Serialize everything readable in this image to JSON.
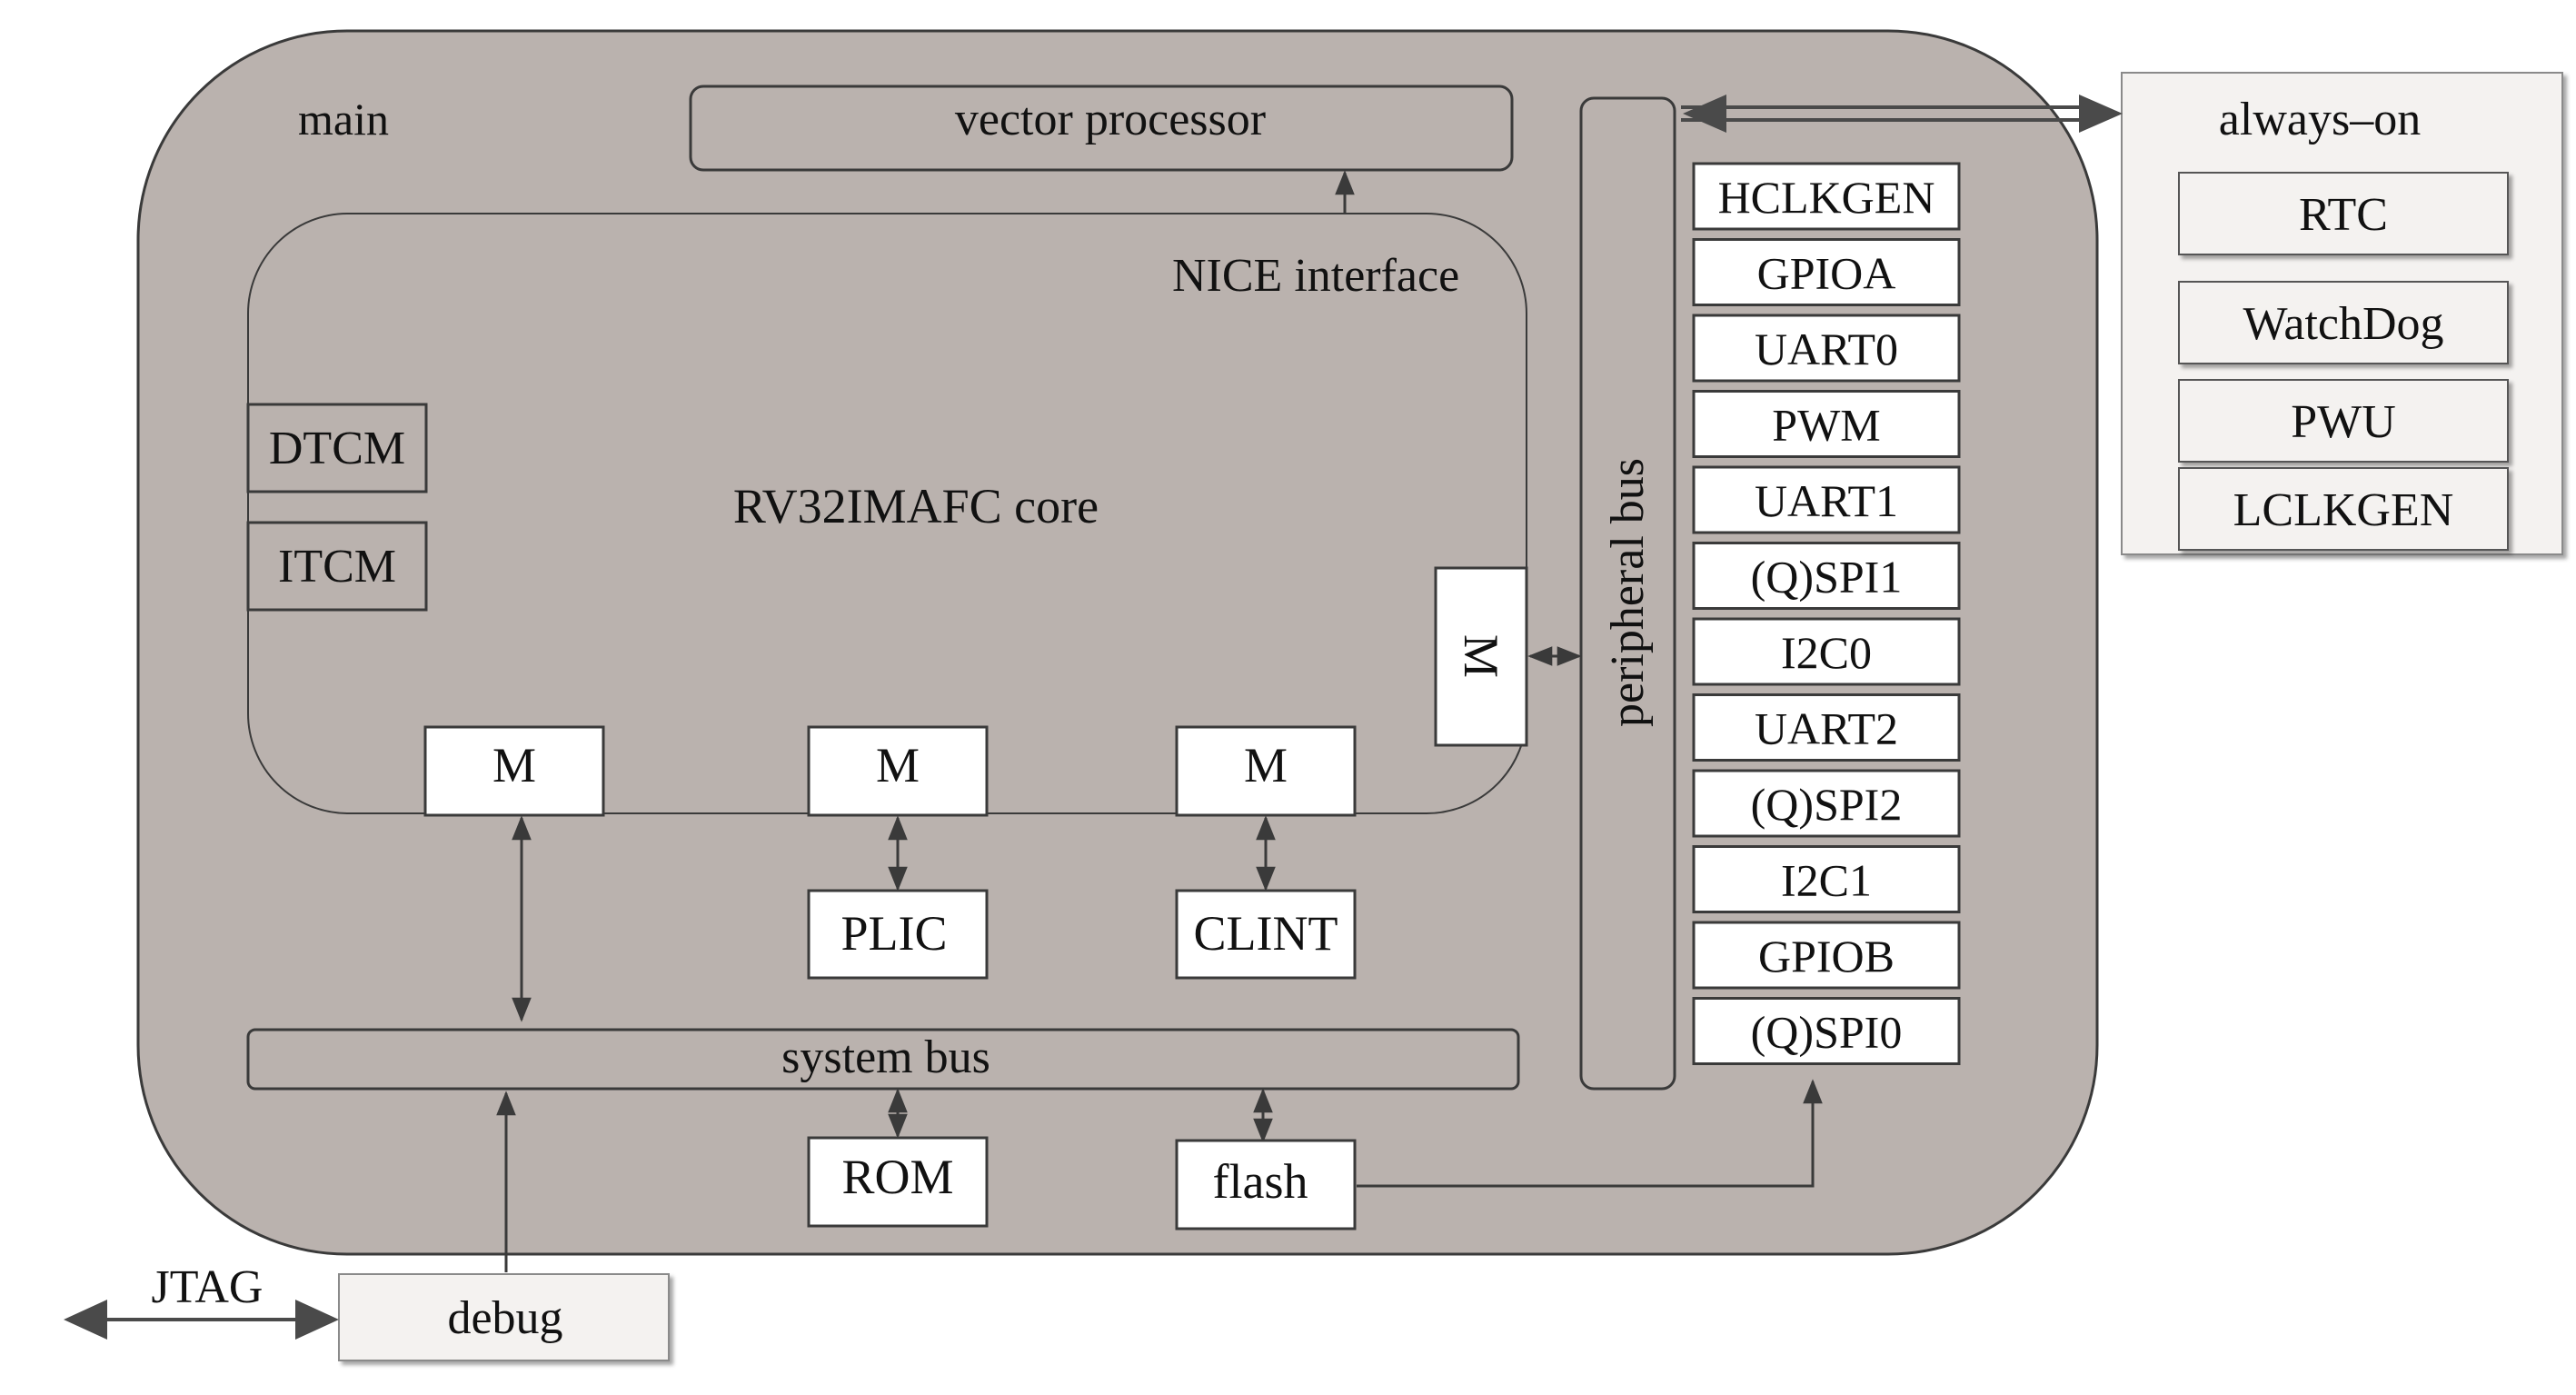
{
  "colors": {
    "main_fill": "#bab2ae",
    "core_fill": "#bab2ae",
    "box_white": "#ffffff",
    "always_on_fill": "#f4f2f0",
    "line": "#3a3a3a"
  },
  "main": {
    "label": "main"
  },
  "vector_processor": {
    "label": "vector processor"
  },
  "nice": {
    "label": "NICE interface"
  },
  "core": {
    "label": "RV32IMAFC core",
    "dtcm": "DTCM",
    "itcm": "ITCM",
    "master": "M"
  },
  "plic": {
    "label": "PLIC"
  },
  "clint": {
    "label": "CLINT"
  },
  "system_bus": {
    "label": "system bus"
  },
  "rom": {
    "label": "ROM"
  },
  "flash": {
    "label": "flash"
  },
  "peripheral_bus": {
    "label": "peripheral bus"
  },
  "peripherals": [
    "HCLKGEN",
    "GPIOA",
    "UART0",
    "PWM",
    "UART1",
    "(Q)SPI1",
    "I2C0",
    "UART2",
    "(Q)SPI2",
    "I2C1",
    "GPIOB",
    "(Q)SPI0"
  ],
  "always_on": {
    "label": "always–on",
    "items": [
      "RTC",
      "WatchDog",
      "PWU",
      "LCLKGEN"
    ]
  },
  "debug": {
    "label": "debug"
  },
  "jtag": {
    "label": "JTAG"
  }
}
